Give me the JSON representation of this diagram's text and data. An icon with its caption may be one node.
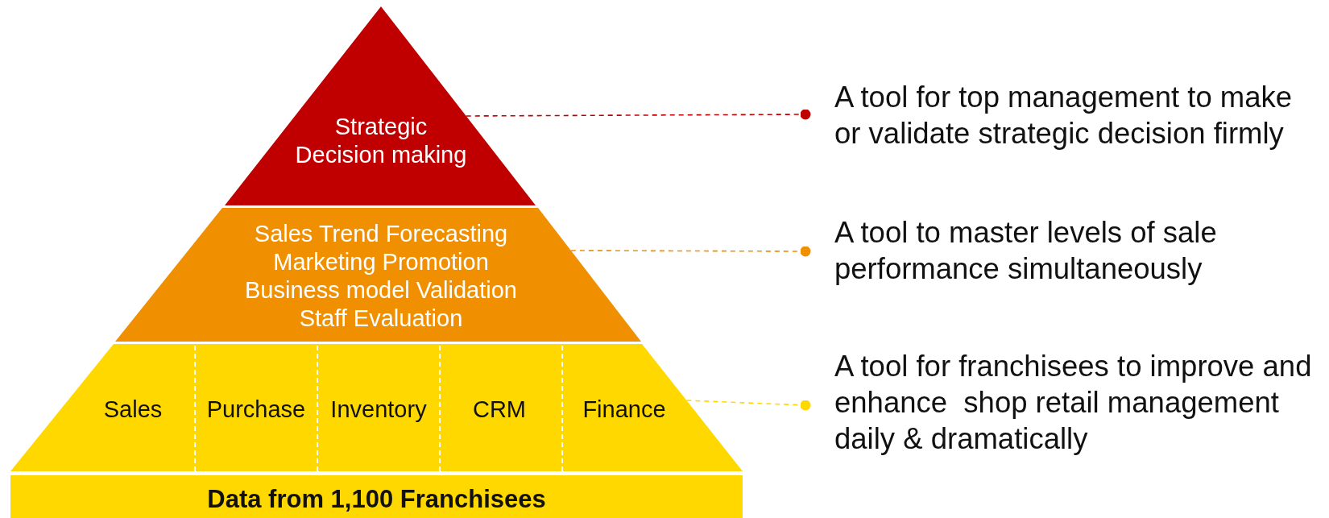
{
  "diagram": {
    "nodes": [
      {
        "text": [
          "Strategic Decision making"
        ]
      },
      {
        "text": [
          "Sales Trend Forecasting",
          "Marketing Promotion",
          "Business model Validation",
          "Staff Evaluation"
        ]
      },
      {
        "text": [
          "Sales",
          "Purchase",
          "Inventory",
          "CRM",
          "Finance"
        ]
      },
      {
        "text": [
          "Data from 1,100 Franchisees"
        ]
      },
      {
        "text": [
          "A tool for top management to make or validate strategic decision firmly"
        ]
      },
      {
        "text": [
          "A tool to master levels of sale performance simultaneously"
        ]
      },
      {
        "text": [
          "A tool for franchisees to improve and enhance  shop retail management daily & dramatically"
        ]
      }
    ],
    "edges": [
      {
        "from": 0,
        "to": 4,
        "arrow": "other",
        "style": "dashed",
        "color": "#c00000"
      },
      {
        "from": 1,
        "to": 5,
        "arrow": "other",
        "style": "dashed",
        "color": "#f09000"
      },
      {
        "from": 2,
        "to": 6,
        "arrow": "other",
        "style": "dashed",
        "color": "#ffd800"
      }
    ]
  }
}
